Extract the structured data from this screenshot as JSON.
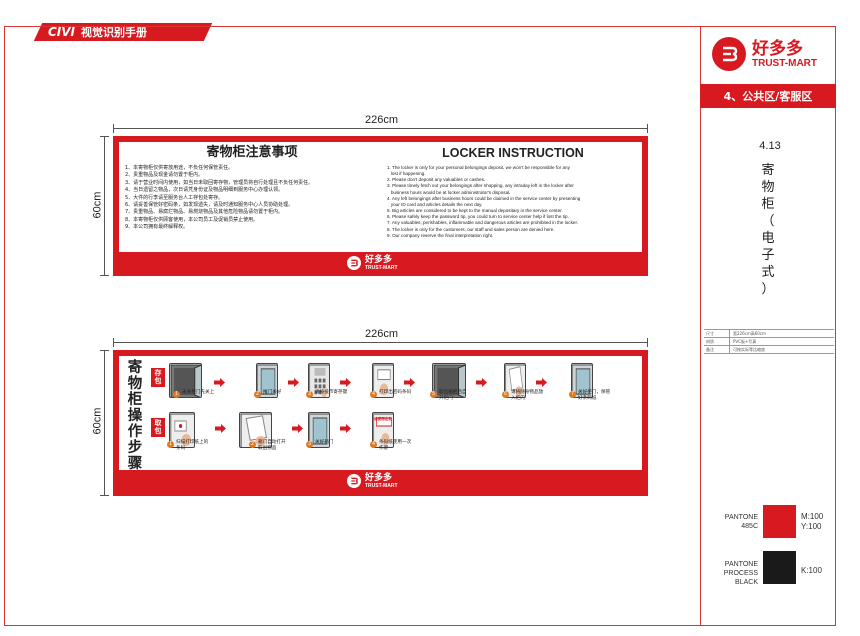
{
  "header": {
    "brand": "CIVI",
    "title": "视觉识别手册"
  },
  "logo": {
    "cn": "好多多",
    "en": "TRUST-MART"
  },
  "section": {
    "label": "4、公共区/客服区",
    "number": "4.13",
    "title_chars": [
      "寄",
      "物",
      "柜",
      "（",
      "电",
      "子",
      "式",
      "）"
    ]
  },
  "spec_table": [
    {
      "key": "尺寸",
      "value": "宽226cm高60cm"
    },
    {
      "key": "材质",
      "value": "PVC板+写真"
    },
    {
      "key": "备注",
      "value": "可按实际等比缩放"
    }
  ],
  "colors": {
    "brand_red": "#d71920",
    "swatches": [
      {
        "name_lines": [
          "PANTONE",
          "485C"
        ],
        "hex": "#d71920",
        "values": [
          "M:100",
          "Y:100"
        ]
      },
      {
        "name_lines": [
          "PANTONE",
          "PROCESS BLACK"
        ],
        "hex": "#1a1a1a",
        "values": [
          "K:100"
        ]
      }
    ]
  },
  "dimensions": {
    "width": "226cm",
    "height": "60cm"
  },
  "notice": {
    "title_cn": "寄物柜注意事项",
    "rules_cn": [
      "1、本寄物柜仅供寄放用途，不负任何保管责任。",
      "2、贵重物品及现金请勿置于柜内。",
      "3、请于营业时间内使用，如当日未取回寄存物，管理员将自行处理且不负任何责任。",
      "4、当日遗留之物品，次日请凭身份证及物品明细到服务中心办理认领。",
      "5、大件的行李请至服务台人工存包处寄存。",
      "6、请妥善保管好密码条，如发现遗失，请及时通知服务中心人员协助处理。",
      "7、贵重物品、易腐烂物品、易燃烧物品及其他危险物品请勿置于柜内。",
      "8、本寄物柜仅供顾客使用，本公司员工及促销员禁止使用。",
      "9、本公司拥有最终解释权。"
    ],
    "title_en": "LOCKER INSTRUCTION",
    "rules_en": [
      "1. The locker is only for your personal belongings deposit, we won't be responsible for any",
      "   lost if happening.",
      "2. Please don't deposit any valuables or cashes.",
      "3. Please timely fetch out your belongings after shopping, any intraday left in the locker after",
      "   business hours would be at locker administrator's disposal.",
      "4. Any left belongings after business hours could be claimed in the service center by presenting",
      "   your ID card and articles details the next day.",
      "5. Big articles are considered to be kept to the manual depositary in the service center.",
      "6. Please safely keep the password tip, you could turn to service center help if lost the tip.",
      "7. Any valuables, perishables, inflammable and dangerous articles are prohibited in the locker.",
      "8. The locker is only for the customers, our staff and sales person are denied here.",
      "9. Our company reserve the final interpretation right."
    ]
  },
  "steps_panel": {
    "title_chars": [
      "寄",
      "物",
      "柜",
      "操",
      "作",
      "步",
      "骤"
    ],
    "deposit_tag": [
      "存",
      "包"
    ],
    "retrieve_tag": [
      "取",
      "包"
    ],
    "deposit_steps": [
      {
        "num": "1",
        "text": [
          "未关柜门先关上"
        ]
      },
      {
        "num": "2",
        "text": [
          "推门关好"
        ]
      },
      {
        "num": "3",
        "text": [
          "请按投币寄存键"
        ]
      },
      {
        "num": "4",
        "text": [
          "打印出密码条码"
        ]
      },
      {
        "num": "5",
        "text": [
          "取出箱柜后自",
          "开柜门"
        ]
      },
      {
        "num": "6",
        "text": [
          "请将随身物品放",
          "入柜内"
        ]
      },
      {
        "num": "7",
        "text": [
          "关好柜门，保管",
          "好条码纸"
        ]
      }
    ],
    "retrieve_steps": [
      {
        "num": "1",
        "text": [
          "扫描打印纸上的",
          "条码"
        ]
      },
      {
        "num": "2",
        "text": [
          "箱门自动打开",
          "取出物品"
        ]
      },
      {
        "num": "3",
        "text": [
          "关好箱门"
        ]
      },
      {
        "num": "4",
        "text": [
          "条码纸使用一次",
          "作废"
        ]
      }
    ],
    "sign_text": "请使用此处"
  }
}
